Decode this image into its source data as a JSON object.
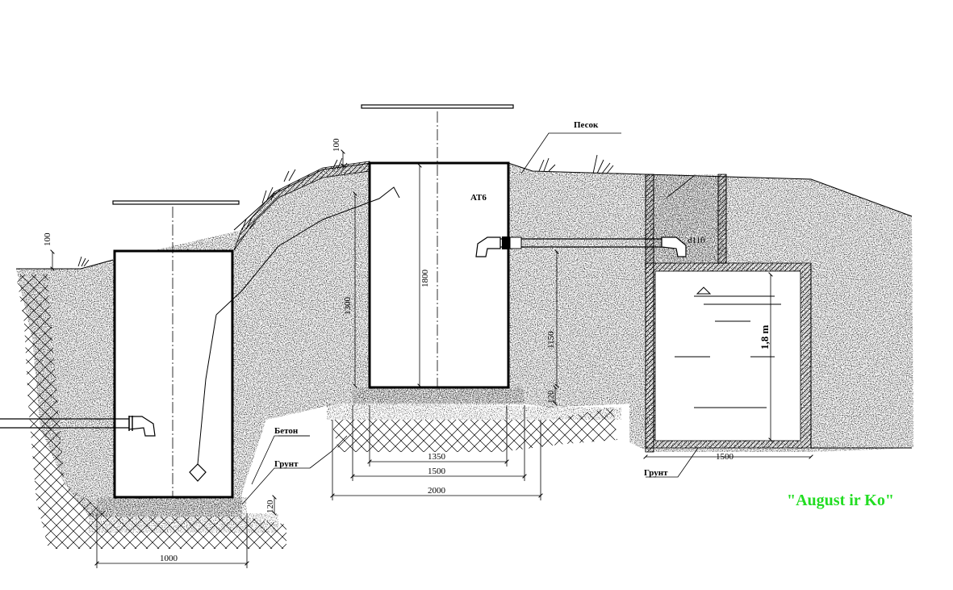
{
  "labels": {
    "pesok": "Песок",
    "at6": "АТ6",
    "beton": "Бетон",
    "grunt_1": "Грунт",
    "grunt_2": "Грунт",
    "pipe_d": "d110",
    "brand": "\"August ir Ko\""
  },
  "dimensions": {
    "d_100_left": "100",
    "d_100_mid": "100",
    "d_1800": "1800",
    "d_1300": "1300",
    "d_1150": "1150",
    "d_120_mid": "120",
    "d_120_left": "120",
    "d_1350": "1350",
    "d_1500_mid": "1500",
    "d_2000": "2000",
    "d_1000": "1000",
    "d_1500_right": "1500",
    "d_1_8m": "1,8 m"
  },
  "colors": {
    "brand": "#22dd22",
    "line": "#000000",
    "background": "#ffffff"
  }
}
